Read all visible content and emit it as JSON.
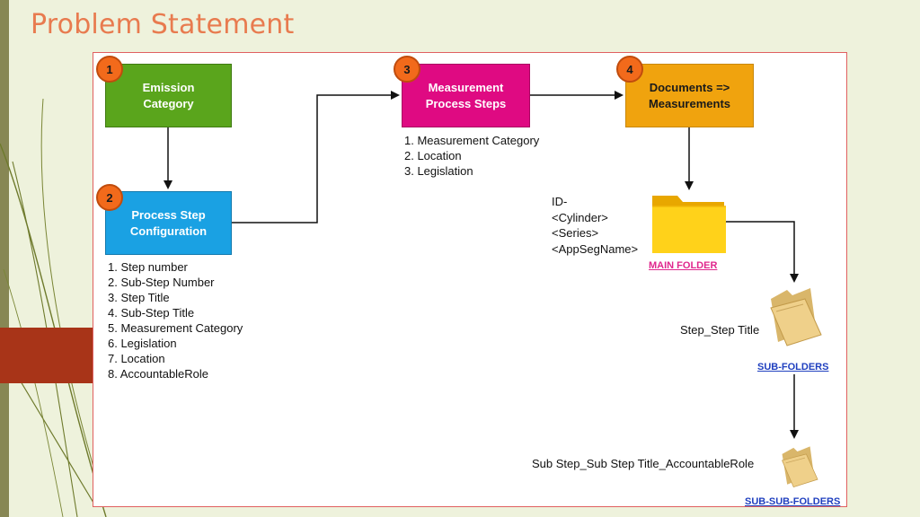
{
  "slide": {
    "title": "Problem Statement"
  },
  "colors": {
    "emission": "#5aa51c",
    "process": "#1aa1e3",
    "measurement": "#df0a82",
    "documents": "#f0a30e",
    "badge": "#f26a1b",
    "main_folder_link": "#e0278d",
    "sub_folder_link": "#1f3fbf"
  },
  "steps": [
    {
      "number": "1",
      "label": "Emission\nCategory"
    },
    {
      "number": "2",
      "label": "Process Step\nConfiguration"
    },
    {
      "number": "3",
      "label": "Measurement\nProcess Steps"
    },
    {
      "number": "4",
      "label": "Documents =>\nMeasurements"
    }
  ],
  "process_step_fields": [
    "1. Step number",
    "2. Sub-Step Number",
    "3. Step Title",
    "4. Sub-Step Title",
    "5. Measurement Category",
    "6. Legislation",
    "7. Location",
    "8. AccountableRole"
  ],
  "measurement_fields": [
    "1. Measurement Category",
    "2. Location",
    "3. Legislation"
  ],
  "main_folder": {
    "name_parts": [
      "ID-",
      "<Cylinder>",
      "<Series>",
      "<AppSegName>"
    ],
    "link": "MAIN FOLDER",
    "icon": "folder-icon"
  },
  "sub_folder": {
    "name": "Step_Step Title",
    "link": "SUB-FOLDERS",
    "icon": "folder-open-icon"
  },
  "sub_sub_folder": {
    "name": "Sub Step_Sub Step Title_AccountableRole",
    "link": "SUB-SUB-FOLDERS",
    "icon": "folder-open-icon"
  }
}
